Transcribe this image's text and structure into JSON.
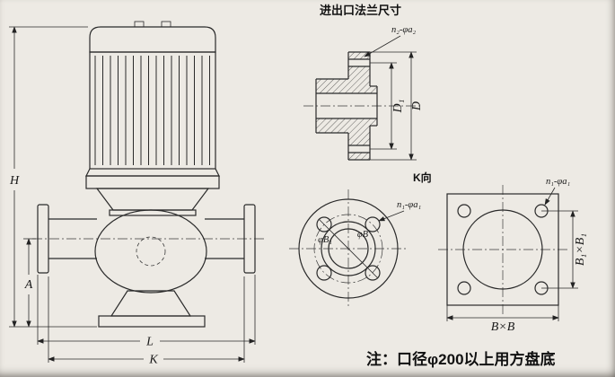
{
  "note": "注：口径φ200以上用方盘底",
  "pump_view": {
    "dim_h": "H",
    "dim_a": "A",
    "dim_l": "L",
    "dim_k": "K"
  },
  "flange_section": {
    "title": "进出口法兰尺寸",
    "holes_label": "n₂-φa₂",
    "dim_d1": "D₁",
    "dim_d": "D"
  },
  "flange_face": {
    "view_label": "K向",
    "holes_label": "n₁-φa₁",
    "dim_b1": "φB₁",
    "dim_b": "φB"
  },
  "base_plate": {
    "holes_label": "n₁-φa₁",
    "dim_b1": "B₁×B₁",
    "dim_b": "B×B"
  }
}
